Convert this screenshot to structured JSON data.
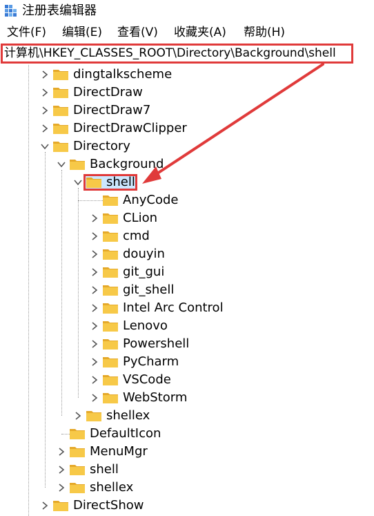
{
  "window": {
    "title": "注册表编辑器"
  },
  "menu": [
    "文件(F)",
    "编辑(E)",
    "查看(V)",
    "收藏夹(A)",
    "帮助(H)"
  ],
  "address": {
    "path": "计算机\\HKEY_CLASSES_ROOT\\Directory\\Background\\shell"
  },
  "tree": {
    "items": [
      {
        "label": "dingtalkscheme",
        "level": 0,
        "state": "collapsed"
      },
      {
        "label": "DirectDraw",
        "level": 0,
        "state": "collapsed"
      },
      {
        "label": "DirectDraw7",
        "level": 0,
        "state": "collapsed"
      },
      {
        "label": "DirectDrawClipper",
        "level": 0,
        "state": "collapsed"
      },
      {
        "label": "Directory",
        "level": 0,
        "state": "expanded"
      },
      {
        "label": "Background",
        "level": 1,
        "state": "expanded"
      },
      {
        "label": "shell",
        "level": 2,
        "state": "expanded",
        "selected": true
      },
      {
        "label": "AnyCode",
        "level": 3,
        "state": "leaf"
      },
      {
        "label": "CLion",
        "level": 3,
        "state": "collapsed"
      },
      {
        "label": "cmd",
        "level": 3,
        "state": "collapsed"
      },
      {
        "label": "douyin",
        "level": 3,
        "state": "collapsed"
      },
      {
        "label": "git_gui",
        "level": 3,
        "state": "collapsed"
      },
      {
        "label": "git_shell",
        "level": 3,
        "state": "collapsed"
      },
      {
        "label": "Intel Arc Control",
        "level": 3,
        "state": "collapsed"
      },
      {
        "label": "Lenovo",
        "level": 3,
        "state": "collapsed"
      },
      {
        "label": "Powershell",
        "level": 3,
        "state": "collapsed"
      },
      {
        "label": "PyCharm",
        "level": 3,
        "state": "collapsed"
      },
      {
        "label": "VSCode",
        "level": 3,
        "state": "collapsed"
      },
      {
        "label": "WebStorm",
        "level": 3,
        "state": "collapsed"
      },
      {
        "label": "shellex",
        "level": 2,
        "state": "collapsed"
      },
      {
        "label": "DefaultIcon",
        "level": 1,
        "state": "leaf"
      },
      {
        "label": "MenuMgr",
        "level": 1,
        "state": "collapsed"
      },
      {
        "label": "shell",
        "level": 1,
        "state": "collapsed"
      },
      {
        "label": "shellex",
        "level": 1,
        "state": "collapsed"
      },
      {
        "label": "DirectShow",
        "level": 0,
        "state": "collapsed"
      }
    ]
  },
  "colors": {
    "highlight": "#e03a3a",
    "folder": "#f7c948",
    "folder_dark": "#e5a92a",
    "selection": "#cce8ff"
  }
}
